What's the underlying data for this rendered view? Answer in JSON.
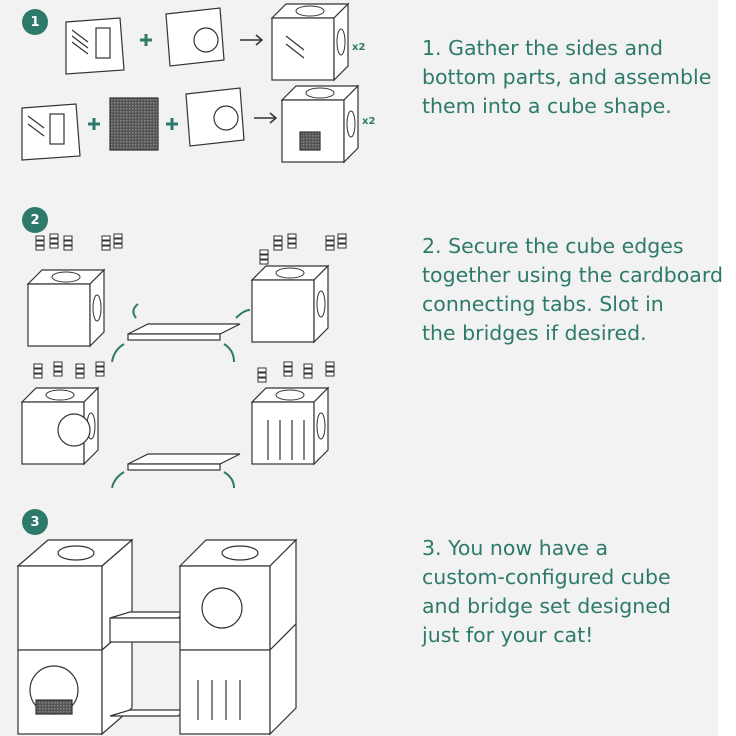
{
  "steps": [
    {
      "number": "1",
      "lines": [
        "1. Gather the sides and",
        "bottom parts, and assemble",
        "them into a cube shape."
      ]
    },
    {
      "number": "2",
      "lines": [
        "2. Secure the cube edges",
        "together using the cardboard",
        "connecting tabs. Slot in",
        "the bridges if desired."
      ]
    },
    {
      "number": "3",
      "lines": [
        "3. You now have a",
        "custom-configured cube",
        "and bridge set designed",
        "just for your cat!"
      ]
    }
  ],
  "multipliers": [
    "x2",
    "x2"
  ],
  "icons": [
    "plus-icon",
    "arrow-right-icon",
    "connector-tab-icon",
    "curved-arrow-icon"
  ],
  "colors": {
    "accent": "#2e7a6a",
    "line": "#333333",
    "background": "#f2f2f2"
  }
}
